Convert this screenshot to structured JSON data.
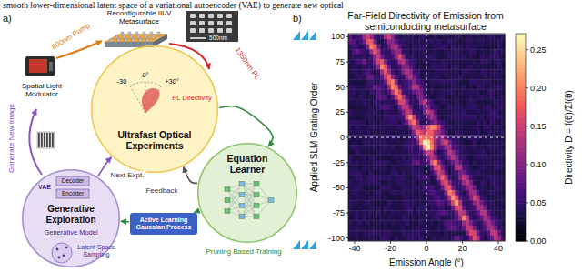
{
  "diagram": {
    "nodes": [
      {
        "text": [
          "Ultrafast Optical Experiments"
        ]
      },
      {
        "text": [
          "Equation Learner"
        ]
      },
      {
        "text": [
          "Generative Exploration"
        ]
      },
      {
        "text": [
          "Active Learning Gaussian Process"
        ]
      }
    ],
    "edges": [
      {
        "from": 0,
        "to": 1,
        "arrow": "to"
      },
      {
        "from": 1,
        "to": 0,
        "arrow": "to",
        "label": "Feedback"
      },
      {
        "from": 1,
        "to": 3,
        "arrow": "to"
      },
      {
        "from": 3,
        "to": 2,
        "arrow": "to"
      },
      {
        "from": 2,
        "to": 0,
        "arrow": "to",
        "label": "Next Expt."
      }
    ],
    "labels": [
      "smooth lower-dimensional latent space of a variational autoencoder (VAE) to generate new optical",
      "a)",
      "Reconfigurable III-V Metasurface",
      "500nm",
      "800nm Pump",
      "1350nm PL",
      "Spatial Light Modulator",
      "-30",
      "0°",
      "+30°",
      "PL Directivity",
      "Generate New Image",
      "Decoder",
      "VAE",
      "Encoder",
      "Generative Model",
      "Latent Space Sampling",
      "Pruning Based Training",
      "b)",
      "Far-Field Directivity of Emission from semiconducting metasurface",
      "100",
      "75",
      "50",
      "25",
      "0",
      "-25",
      "-50",
      "-75",
      "-100",
      "-40",
      "-20",
      "0",
      "20",
      "40",
      "Emission Angle (°)",
      "Applied SLM Grating Order",
      "0.25",
      "0.20",
      "0.15",
      "0.10",
      "0.05",
      "0.00",
      "Directivity D = f(θ)/Σf(θ)"
    ]
  }
}
